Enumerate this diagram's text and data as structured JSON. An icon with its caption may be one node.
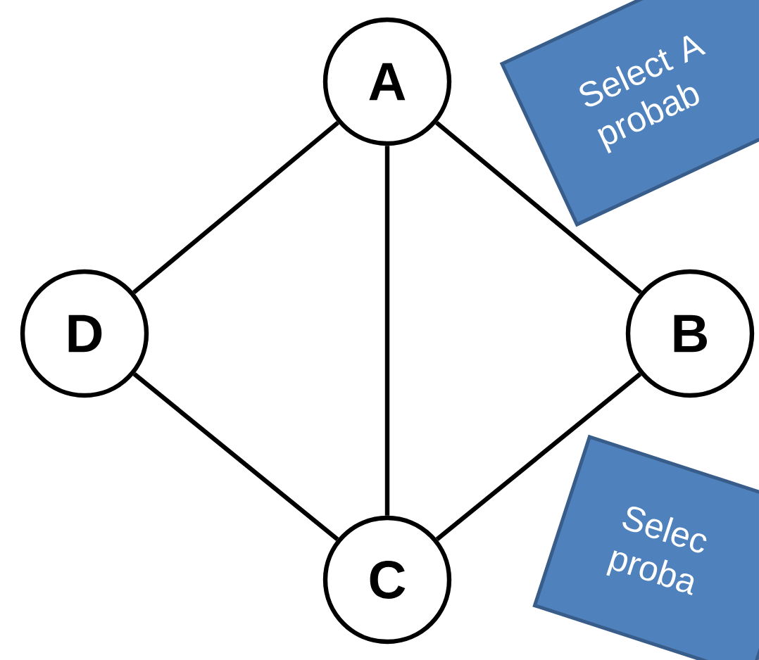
{
  "diagram": {
    "nodes": [
      {
        "text": [
          "A"
        ]
      },
      {
        "text": [
          "Select A probab"
        ]
      },
      {
        "text": [
          "D"
        ]
      },
      {
        "text": [
          "B"
        ]
      },
      {
        "text": [
          "Selec proba"
        ]
      },
      {
        "text": [
          "C"
        ]
      }
    ],
    "edges": [
      {
        "from": 0,
        "to": 2,
        "arrow": "none"
      },
      {
        "from": 0,
        "to": 3,
        "arrow": "none"
      },
      {
        "from": 0,
        "to": 5,
        "arrow": "none"
      },
      {
        "from": 2,
        "to": 5,
        "arrow": "none"
      },
      {
        "from": 3,
        "to": 5,
        "arrow": "none"
      }
    ]
  }
}
